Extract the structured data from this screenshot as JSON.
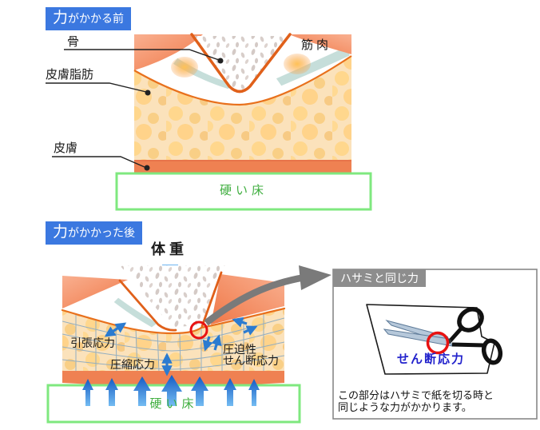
{
  "before": {
    "title": "力がかかる前",
    "labels": {
      "bone": "骨",
      "muscle": "筋肉",
      "fat": "皮膚脂肪",
      "skin": "皮膚",
      "floor": "硬い床"
    }
  },
  "after": {
    "title": "力がかかった後",
    "weight": "体重",
    "labels": {
      "tensile": "引張応力",
      "compressive": "圧縮応力",
      "shear_line1": "圧迫性",
      "shear_line2": "せん断応力",
      "floor": "硬い床"
    }
  },
  "scissors_box": {
    "title": "ハサミと同じ力",
    "shear_label": "せん断応力",
    "caption_line1": "この部分はハサミで紙を切る時と",
    "caption_line2": "同じような力がかかります。"
  },
  "icons": {
    "weight_arrow": "down-arrow",
    "reaction_arrows": "up-arrow",
    "stress_arrows": "double-headed-arrow",
    "link_arrow": "curved-gray-arrow",
    "shear_marker": "red-circle",
    "scissors": "scissors-cutting-paper"
  },
  "colors": {
    "title_tab_blue": "#3b78e0",
    "stress_arrow_blue": "#2b7bd0",
    "floor_border_green": "#7fe87f",
    "floor_text_green": "#3fae3f",
    "skin_orange": "#ef8152",
    "fat_cream": "#fbe2bb",
    "muscle_salmon": "#f8a080",
    "bone_outline_orange": "#e0601a",
    "highlight_red": "#e81212",
    "shear_text_blue": "#2222cc",
    "box_gray": "#8d8d8d"
  }
}
